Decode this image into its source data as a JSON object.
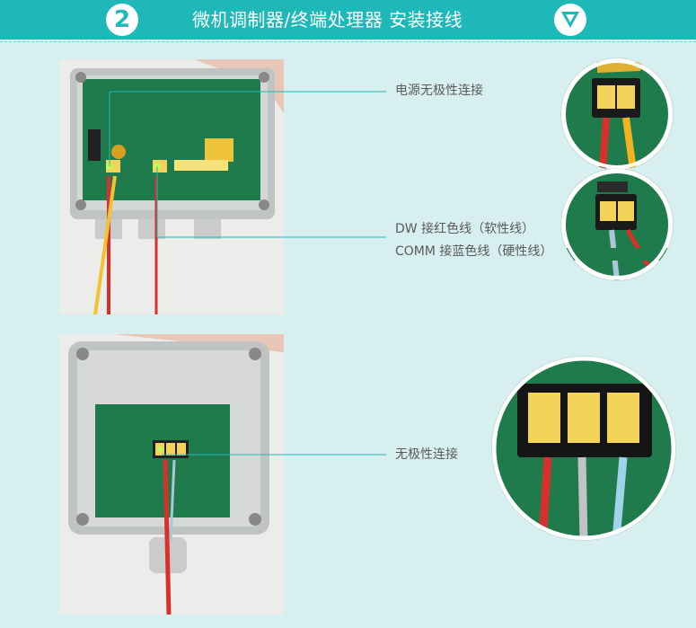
{
  "header": {
    "step_number": "2",
    "title": "微机调制器/终端处理器 安装接线"
  },
  "callouts": [
    {
      "text": "电源无极性连接"
    },
    {
      "text": "DW 接红色线（软性线）"
    },
    {
      "text": "COMM 接蓝色线（硬性线）"
    },
    {
      "text": "无极性连接"
    }
  ],
  "colors": {
    "header_bg": "#1fb8b8",
    "page_bg": "#d7f0ef",
    "pcb_green": "#1f7a4c",
    "terminal_yellow": "#f3d35a",
    "wire_red": "#d9302c",
    "wire_blue": "#9fd3ea",
    "leader_line": "#1fb8b8"
  },
  "icons": [
    "chevron-down-icon"
  ]
}
